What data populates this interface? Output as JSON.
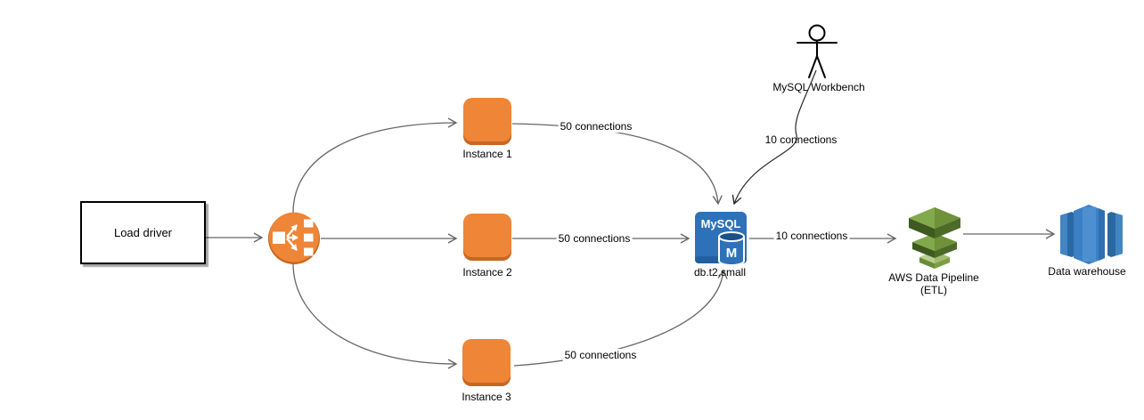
{
  "nodes": {
    "load_driver": {
      "label": "Load driver"
    },
    "instance1": {
      "label": "Instance 1"
    },
    "instance2": {
      "label": "Instance 2"
    },
    "instance3": {
      "label": "Instance 3"
    },
    "mysql": {
      "icon_title": "MySQL",
      "icon_letter": "M",
      "label": "db.t2.small"
    },
    "workbench": {
      "label": "MySQL Workbench"
    },
    "pipeline": {
      "label": "AWS Data Pipeline",
      "sublabel": "(ETL)"
    },
    "warehouse": {
      "label": "Data warehouse"
    }
  },
  "edges": {
    "instance1_mysql": {
      "label": "50 connections"
    },
    "instance2_mysql": {
      "label": "50 connections"
    },
    "instance3_mysql": {
      "label": "50 connections"
    },
    "workbench_mysql": {
      "label": "10 connections"
    },
    "mysql_pipeline": {
      "label": "10 connections"
    }
  },
  "colors": {
    "aws_orange": "#EF8536",
    "aws_orange_dark": "#C4671F",
    "mysql_blue": "#2D72B8",
    "mysql_blue_dark": "#1A4F8A",
    "pipeline_green_top": "#7CA143",
    "pipeline_green_front": "#4C6B29",
    "pipeline_green_light": "#BACD92",
    "warehouse_blue": "#3B7FC4",
    "warehouse_blue_dark": "#2A68A4",
    "connector_gray": "#666666",
    "connector_black": "#000000"
  }
}
